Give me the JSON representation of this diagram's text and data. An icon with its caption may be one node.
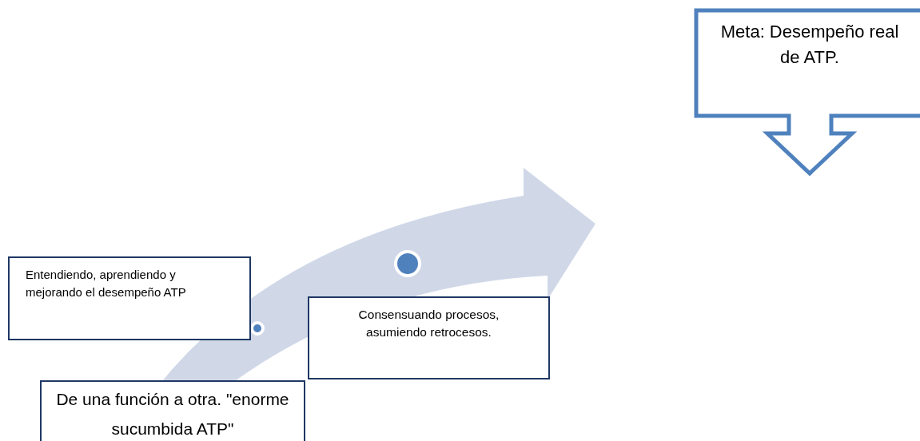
{
  "diagram": {
    "nodes": [
      {
        "text": [
          "De una función a otra. \"enorme sucumbida ATP\""
        ]
      },
      {
        "text": [
          "Entendiendo, aprendiendo y mejorando el desempeño ATP"
        ]
      },
      {
        "text": [
          "Consensuando procesos, asumiendo retrocesos."
        ]
      },
      {
        "text": [
          "Meta: Desempeño real de ATP."
        ]
      }
    ]
  }
}
